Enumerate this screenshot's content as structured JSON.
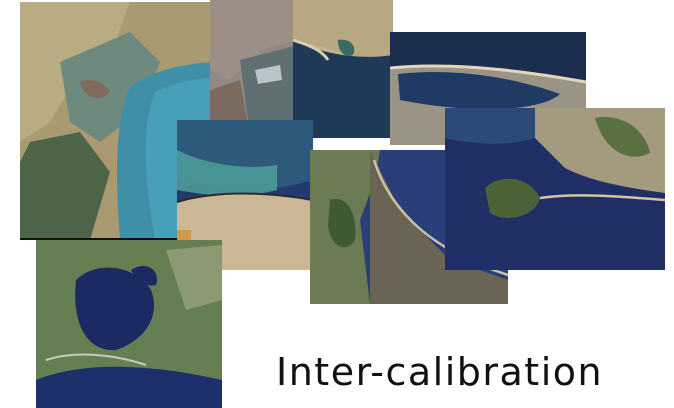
{
  "caption": "Inter-calibration",
  "colors": {
    "sea_deep": "#1c2f63",
    "sea_turquoise": "#3f8fa8",
    "land_green": "#55703e",
    "land_tan": "#b5a37c",
    "urban_grey": "#8f8a84"
  },
  "tiles": [
    {
      "name": "satellite-tile-lagoon-delta"
    },
    {
      "name": "satellite-tile-urban-harbour"
    },
    {
      "name": "satellite-tile-bay-coast"
    },
    {
      "name": "satellite-tile-sand-spit"
    },
    {
      "name": "satellite-tile-inlet-lagoon"
    },
    {
      "name": "satellite-tile-peninsula-coast"
    },
    {
      "name": "satellite-tile-island-bay"
    },
    {
      "name": "satellite-tile-large-lagoon"
    }
  ]
}
